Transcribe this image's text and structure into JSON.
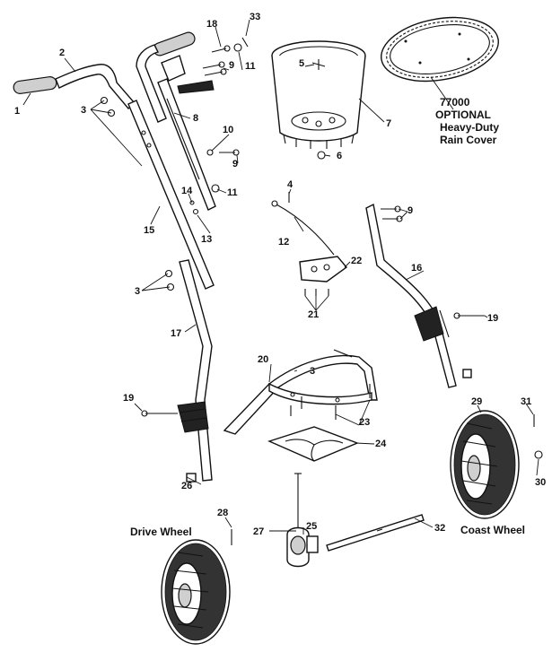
{
  "part_numbers": [
    "1",
    "2",
    "3",
    "3",
    "3",
    "4",
    "5",
    "6",
    "7",
    "8",
    "9",
    "9",
    "9",
    "9",
    "10",
    "11",
    "11",
    "12",
    "13",
    "14",
    "15",
    "16",
    "17",
    "18",
    "19",
    "19",
    "20",
    "21",
    "22",
    "23",
    "24",
    "25",
    "26",
    "27",
    "28",
    "29",
    "30",
    "31",
    "32",
    "33"
  ],
  "rain_cover": {
    "part_number": "77000",
    "label_line1": "OPTIONAL",
    "label_line2": "Heavy-Duty",
    "label_line3": "Rain Cover"
  },
  "wheels": {
    "drive_label": "Drive Wheel",
    "coast_label": "Coast Wheel"
  }
}
